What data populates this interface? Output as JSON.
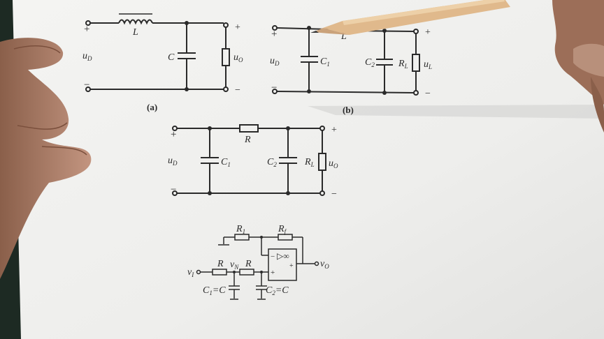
{
  "figure_a": {
    "caption": "(a)",
    "plus": "+",
    "minus": "−",
    "inductor": "L",
    "capacitor": "C",
    "input": {
      "base": "u",
      "sub": "D"
    },
    "output": {
      "base": "u",
      "sub": "O"
    }
  },
  "figure_b": {
    "caption": "(b)",
    "plus": "+",
    "minus": "−",
    "inductor": "L",
    "input": {
      "base": "u",
      "sub": "D"
    },
    "c1": {
      "base": "C",
      "sub": "1"
    },
    "c2": {
      "base": "C",
      "sub": "2"
    },
    "rl": {
      "base": "R",
      "sub": "L"
    },
    "output": {
      "base": "u",
      "sub": "L"
    }
  },
  "figure_c": {
    "plus": "+",
    "minus": "−",
    "resistor": "R",
    "input": {
      "base": "u",
      "sub": "D"
    },
    "c1": {
      "base": "C",
      "sub": "1"
    },
    "c2": {
      "base": "C",
      "sub": "2"
    },
    "rl": {
      "base": "R",
      "sub": "L"
    },
    "output": {
      "base": "u",
      "sub": "O"
    }
  },
  "figure_d": {
    "r1": {
      "base": "R",
      "sub": "1"
    },
    "rf": {
      "base": "R",
      "sub": "f"
    },
    "opamp": "▷∞",
    "minus": "−",
    "plus": "+",
    "out_plus": "+",
    "vi": {
      "base": "v",
      "sub": "I"
    },
    "vn": {
      "base": "v",
      "sub": "N"
    },
    "vo": {
      "base": "v",
      "sub": "O"
    },
    "r_left": "R",
    "r_mid": "R",
    "c1": {
      "base": "C",
      "sub": "1",
      "rest": "=C"
    },
    "c2": {
      "base": "C",
      "sub": "2",
      "rest": "=C"
    }
  },
  "colors": {
    "paper": "#f2f2f0",
    "ink": "#2a2a2a",
    "skin": "#b5876e",
    "pencil": "#e0b98c"
  }
}
